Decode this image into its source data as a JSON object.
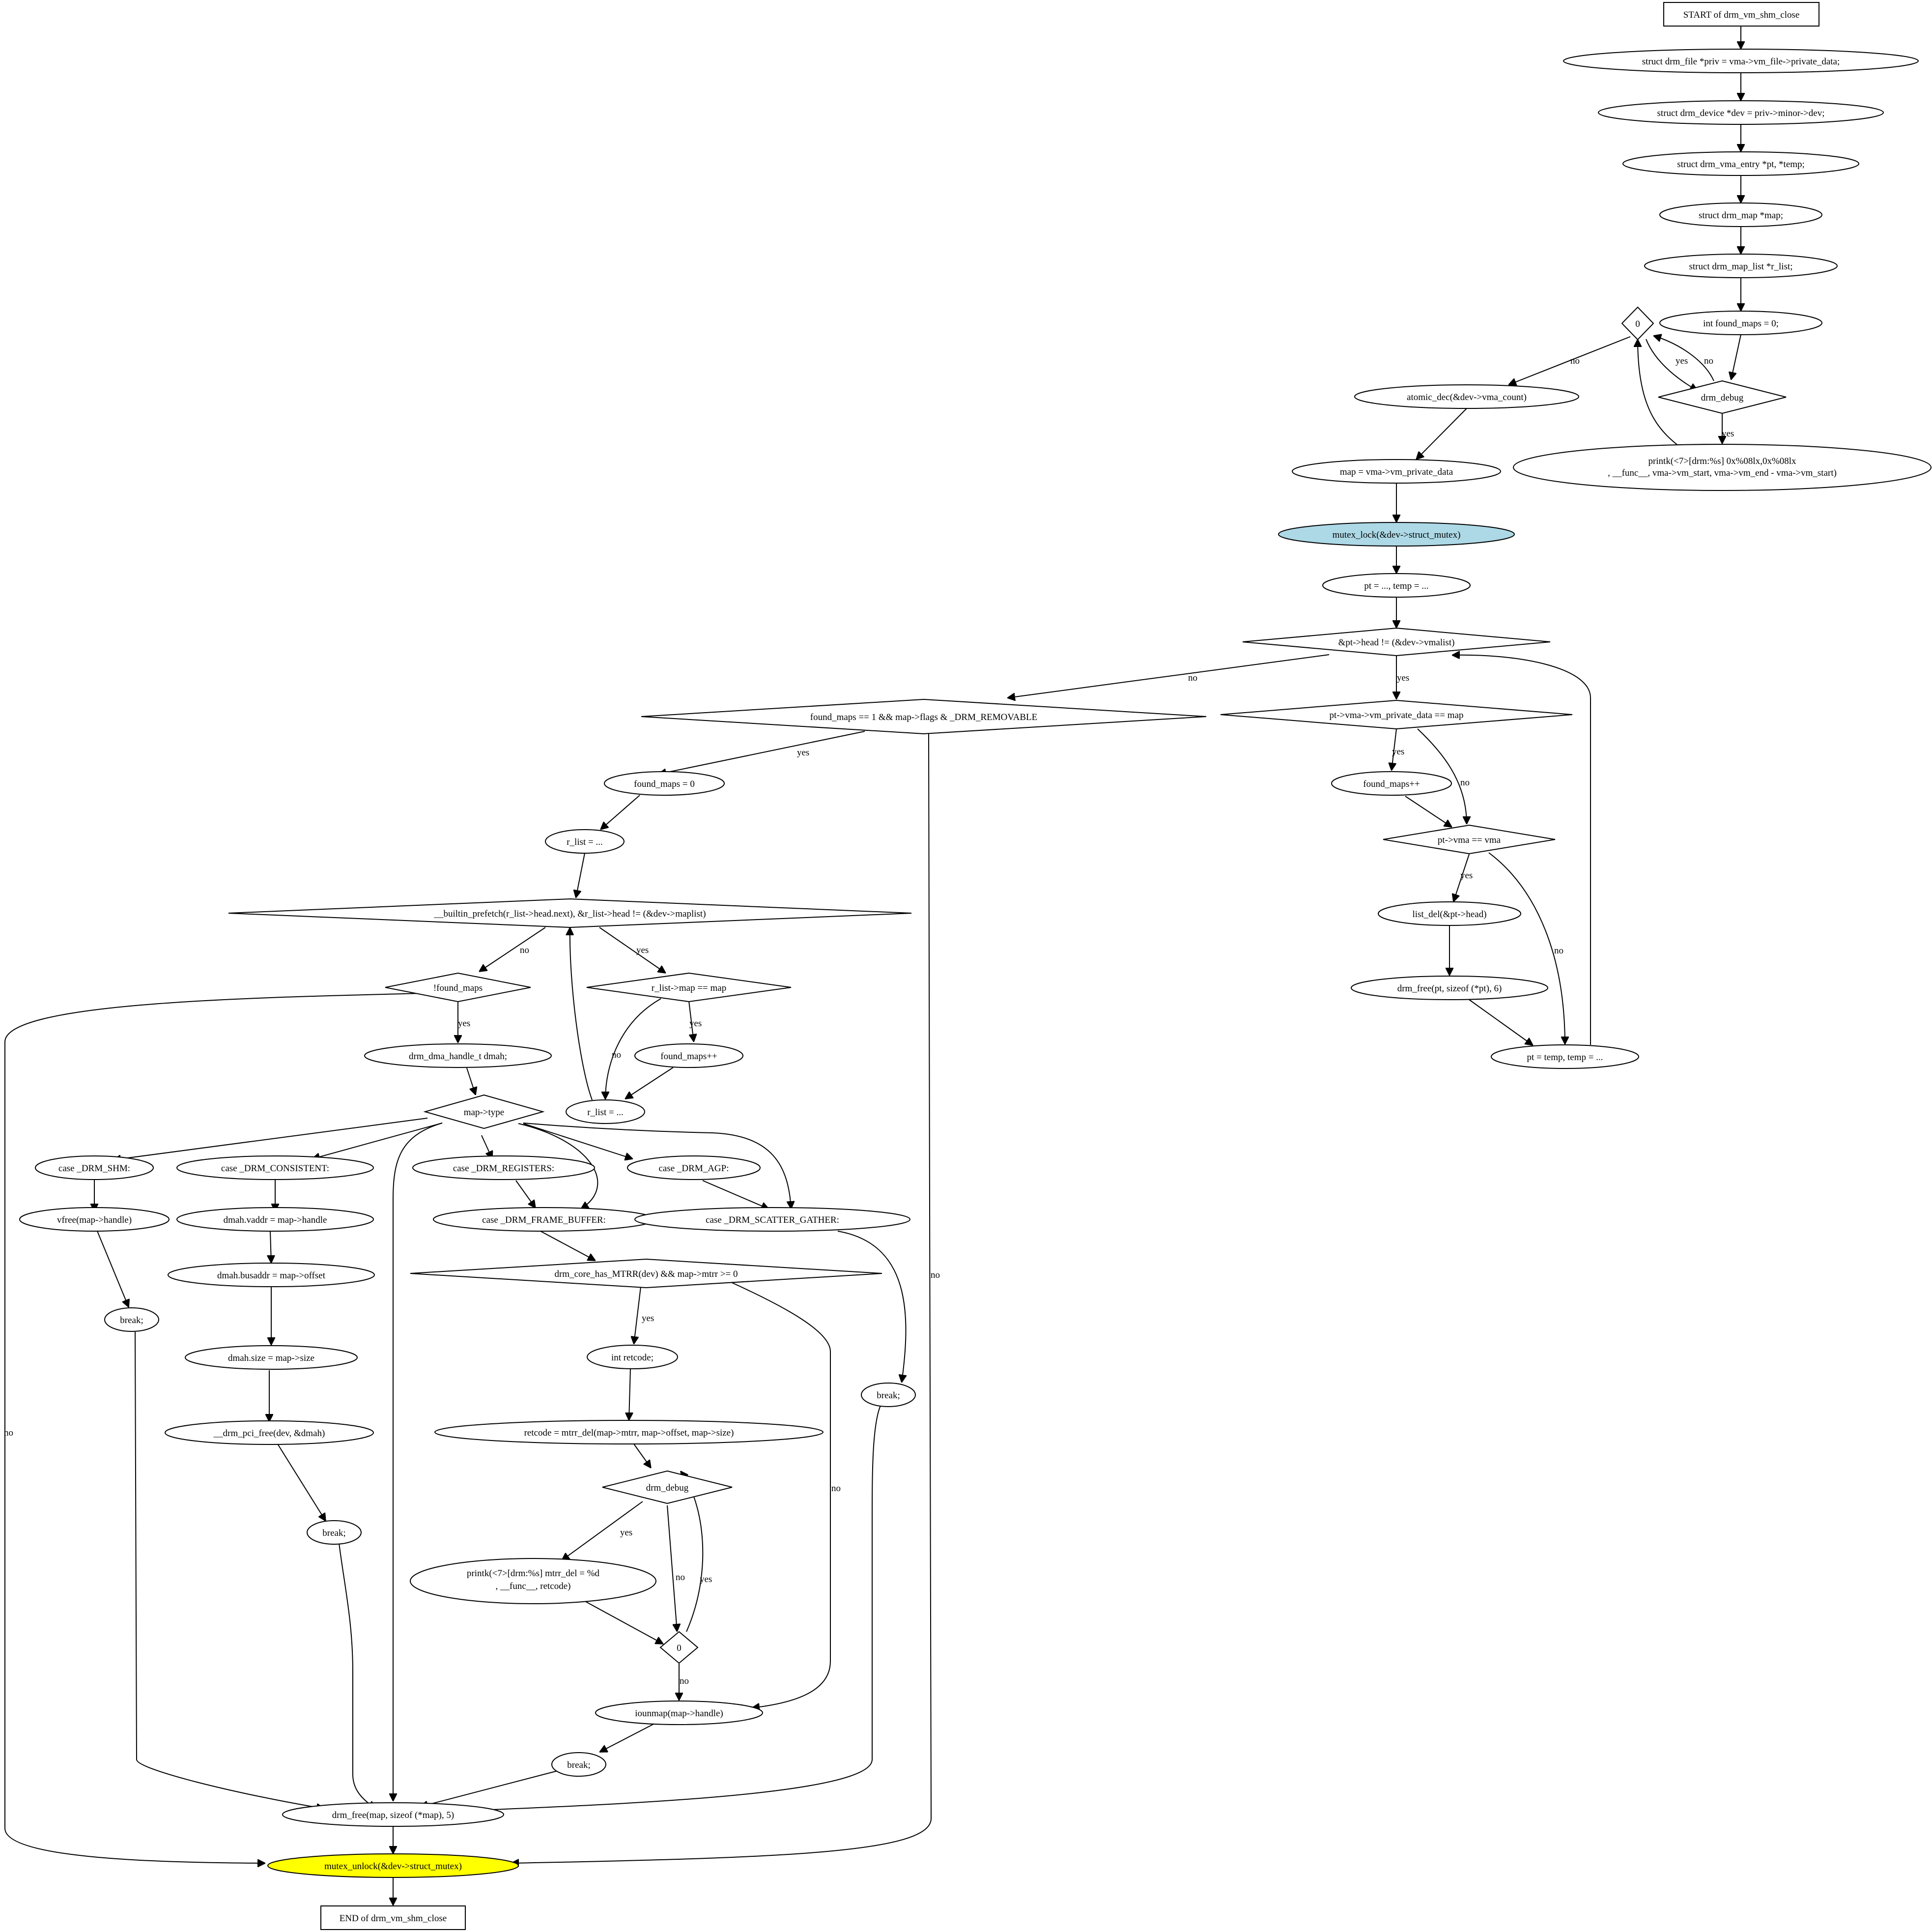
{
  "diagram": {
    "title": "drm_vm_shm_close",
    "highlight_colors": {
      "lock": "#add8e6",
      "unlock": "#ffff00"
    },
    "nodes": {
      "start": "START of drm_vm_shm_close",
      "n1": "struct drm_file *priv = vma->vm_file->private_data;",
      "n2": "struct drm_device *dev = priv->minor->dev;",
      "n3": "struct drm_vma_entry *pt, *temp;",
      "n4": "struct drm_map *map;",
      "n5": "struct drm_map_list *r_list;",
      "n6": "int found_maps = 0;",
      "d0a": "0",
      "dbg1": "drm_debug",
      "printk1_l1": "printk(<7>[drm:%s] 0x%08lx,0x%08lx",
      "printk1_l2": ", __func__, vma->vm_start, vma->vm_end - vma->vm_start)",
      "atomic": "atomic_dec(&dev->vma_count)",
      "mapassign": "map = vma->vm_private_data",
      "mlock": "mutex_lock(&dev->struct_mutex)",
      "ptinit": "pt = ..., temp = ...",
      "ptloop": "&pt->head != (&dev->vmalist)",
      "pvmap": "pt->vma->vm_private_data == map",
      "fm_inc1": "found_maps++",
      "ptvma": "pt->vma == vma",
      "listdel": "list_del(&pt->head)",
      "drmfree_pt": "drm_free(pt, sizeof (*pt), 6)",
      "ptnext": "pt = temp, temp = ...",
      "fmcheck": "found_maps == 1 && map->flags & _DRM_REMOVABLE",
      "fm_zero": "found_maps = 0",
      "rlist_init": "r_list = ...",
      "rloop": "__builtin_prefetch(r_list->head.next), &r_list->head != (&dev->maplist)",
      "notfound": "!found_maps",
      "rmapeq": "r_list->map == map",
      "fm_inc2": "found_maps++",
      "rlist_next": "r_list = ...",
      "dmah": "drm_dma_handle_t dmah;",
      "maptype": "map->type",
      "c_shm": "case _DRM_SHM:",
      "c_cons": "case _DRM_CONSISTENT:",
      "c_regs": "case _DRM_REGISTERS:",
      "c_agp": "case _DRM_AGP:",
      "c_fb": "case _DRM_FRAME_BUFFER:",
      "c_sg": "case _DRM_SCATTER_GATHER:",
      "vfree": "vfree(map->handle)",
      "brk_shm": "break;",
      "vaddr": "dmah.vaddr = map->handle",
      "busaddr": "dmah.busaddr = map->offset",
      "dsize": "dmah.size = map->size",
      "pcifree": "__drm_pci_free(dev, &dmah)",
      "brk_cons": "break;",
      "mtrrchk": "drm_core_has_MTRR(dev) && map->mtrr >= 0",
      "retcode_decl": "int retcode;",
      "mtrrdel": "retcode = mtrr_del(map->mtrr, map->offset, map->size)",
      "dbg2": "drm_debug",
      "printk2_l1": "printk(<7>[drm:%s] mtrr_del = %d",
      "printk2_l2": ", __func__, retcode)",
      "d0b": "0",
      "iounmap": "iounmap(map->handle)",
      "brk_fb": "break;",
      "brk_sg": "break;",
      "drmfree_map": "drm_free(map, sizeof (*map), 5)",
      "munlock": "mutex_unlock(&dev->struct_mutex)",
      "end": "END of drm_vm_shm_close"
    },
    "edge_labels": {
      "d0a_atomic": "no",
      "d0a_dbg1": "yes",
      "dbg1_d0a": "no",
      "dbg1_printk1": "yes",
      "ptloop_fmcheck": "no",
      "ptloop_pvmap": "yes",
      "pvmap_fminc": "yes",
      "pvmap_ptvma": "no",
      "ptvma_listdel": "yes",
      "ptvma_ptnext": "no",
      "fmcheck_fmzero": "yes",
      "fmcheck_munlock": "no",
      "rloop_notfound": "no",
      "rloop_rmapeq": "yes",
      "rmapeq_fminc": "yes",
      "rmapeq_rlistnext": "no",
      "notfound_dmah": "yes",
      "notfound_munlock": "no",
      "mtrrchk_retcode": "yes",
      "mtrrchk_iounmap": "no",
      "dbg2_printk2": "yes",
      "dbg2_d0b": "no",
      "d0b_dbg2": "yes",
      "d0b_iounmap": "no"
    }
  }
}
